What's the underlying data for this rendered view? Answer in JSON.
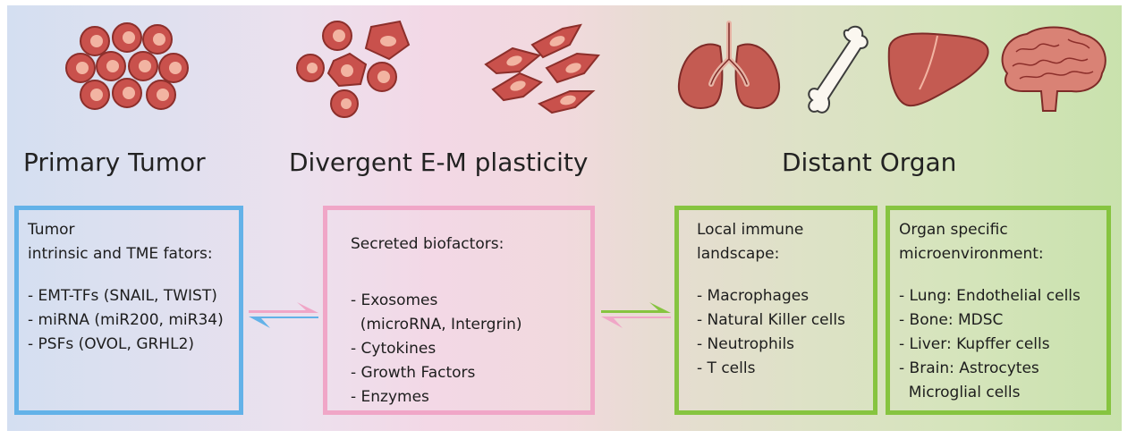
{
  "colors": {
    "blue": "#63b2e8",
    "pink": "#f0a6c7",
    "green": "#86c440",
    "cell_fill": "#c9514c",
    "cell_nucleus": "#f2b4a2",
    "organ_fill": "#c45b52"
  },
  "icons": [
    "epithelial-cell-cluster-icon",
    "hybrid-cells-icon",
    "mesenchymal-cells-icon",
    "lung-icon",
    "bone-icon",
    "liver-icon",
    "brain-icon"
  ],
  "headings": {
    "primary": "Primary Tumor",
    "middle": "Divergent E-M plasticity",
    "distant": "Distant Organ"
  },
  "boxes": {
    "tumor": {
      "title_1": "Tumor",
      "title_2": "intrinsic and TME fators:",
      "items": [
        "- EMT-TFs (SNAIL, TWIST)",
        "- miRNA (miR200, miR34)",
        "- PSFs (OVOL, GRHL2)"
      ]
    },
    "secreted": {
      "title": "Secreted biofactors:",
      "items": [
        "- Exosomes",
        "  (microRNA, Intergrin)",
        "- Cytokines",
        "- Growth Factors",
        "- Enzymes"
      ]
    },
    "immune": {
      "title_1": "Local immune",
      "title_2": "landscape:",
      "items": [
        "- Macrophages",
        "- Natural Killer cells",
        "- Neutrophils",
        "- T cells"
      ]
    },
    "organ": {
      "title_1": "Organ specific",
      "title_2": "microenvironment:",
      "items": [
        "- Lung: Endothelial cells",
        "- Bone: MDSC",
        "- Liver: Kupffer cells",
        "- Brain: Astrocytes",
        "  Microglial cells"
      ]
    }
  }
}
